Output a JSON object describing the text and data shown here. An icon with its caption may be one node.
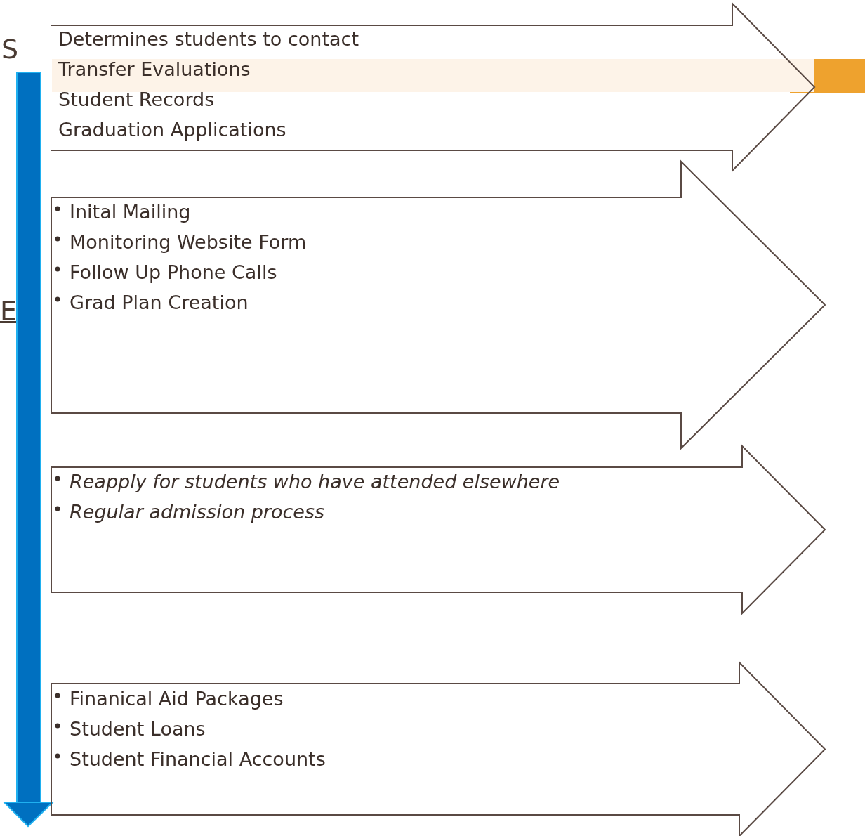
{
  "diagram": {
    "nodes": [
      {
        "text": [
          "Determines students to contact",
          "Transfer Evaluations",
          "Student Records",
          "Graduation Applications"
        ]
      },
      {
        "text": [
          "Inital Mailing",
          "Monitoring Website Form",
          "Follow Up Phone Calls",
          "Grad Plan Creation"
        ]
      },
      {
        "text": [
          "Reapply for students who have attended elsewhere",
          "Regular admission process"
        ]
      },
      {
        "text": [
          "Finanical Aid Packages",
          "Student Loans",
          "Student Financial Accounts"
        ]
      }
    ],
    "labels": [
      "S",
      "E"
    ]
  }
}
